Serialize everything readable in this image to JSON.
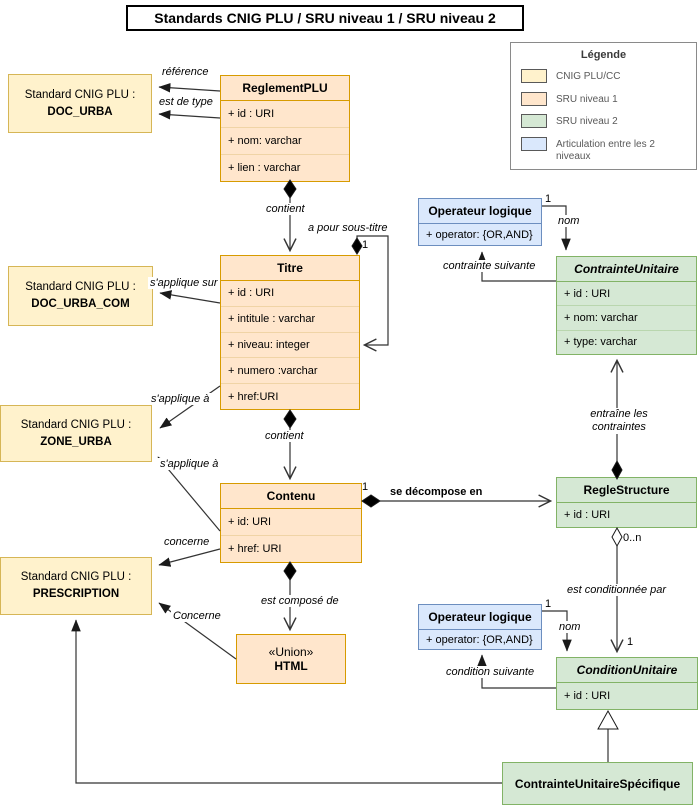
{
  "title": "Standards CNIG PLU / SRU niveau 1 / SRU niveau 2",
  "legend": {
    "title": "Légende",
    "items": [
      {
        "label": "CNIG PLU/CC",
        "fill": "#FFF2CC",
        "border": "#D6B656"
      },
      {
        "label": "SRU niveau 1",
        "fill": "#FFE6CC",
        "border": "#D79B00"
      },
      {
        "label": "SRU niveau 2",
        "fill": "#D5E8D4",
        "border": "#82B366"
      },
      {
        "label": "Articulation entre les 2 niveaux",
        "fill": "#DAE8FC",
        "border": "#6C8EBF"
      }
    ]
  },
  "notes": {
    "doc_urba": {
      "prefix": "Standard CNIG PLU :",
      "code": "DOC_URBA"
    },
    "doc_urba_com": {
      "prefix": "Standard CNIG PLU :",
      "code": "DOC_URBA_COM"
    },
    "zone_urba": {
      "prefix": "Standard CNIG PLU :",
      "code": "ZONE_URBA"
    },
    "prescription": {
      "prefix": "Standard CNIG PLU :",
      "code": "PRESCRIPTION"
    }
  },
  "classes": {
    "reglement": {
      "name": "ReglementPLU",
      "attrs": [
        "+ id : URI",
        "+ nom: varchar",
        "+ lien : varchar"
      ]
    },
    "titre": {
      "name": "Titre",
      "attrs": [
        "+ id : URI",
        "+ intitule : varchar",
        "+ niveau: integer",
        "+ numero :varchar",
        "+ href:URI"
      ]
    },
    "contenu": {
      "name": "Contenu",
      "attrs": [
        "+ id: URI",
        "+ href: URI"
      ]
    },
    "html_union": {
      "stereotype": "«Union»",
      "name": "HTML"
    },
    "operateur1": {
      "name": "Operateur logique",
      "attrs": [
        "+ operator: {OR,AND}"
      ]
    },
    "operateur2": {
      "name": "Operateur logique",
      "attrs": [
        "+ operator: {OR,AND}"
      ]
    },
    "contrainte": {
      "name": "ContrainteUnitaire",
      "attrs": [
        "+ id : URI",
        "+ nom: varchar",
        "+ type: varchar"
      ]
    },
    "regle": {
      "name": "RegleStructure",
      "attrs": [
        "+ id : URI"
      ]
    },
    "condition": {
      "name": "ConditionUnitaire",
      "attrs": [
        "+ id : URI"
      ]
    },
    "specifique": {
      "name": "ContrainteUnitaireSpécifique"
    }
  },
  "relations": {
    "reference": "référence",
    "est_de_type": "est de type",
    "contient_titre": "contient",
    "contient_contenu": "contient",
    "s_applique_sur": "s'applique sur",
    "a_pour_sous_titre": "a pour sous-titre",
    "s_applique_a_titre": "s'applique à",
    "s_applique_a_contenu": "s'applique à",
    "concerne_contenu": "concerne",
    "concerne_html": "Concerne",
    "se_decompose_en": "se décompose en",
    "est_compose_de": "est composé de",
    "nom_contrainte": "nom",
    "nom_condition": "nom",
    "contrainte_suivante": "contrainte suivante",
    "condition_suivante": "condition suivante",
    "entraine_les_contraintes": "entraîne les contraintes",
    "est_conditionnee_par": "est conditionnée par"
  },
  "mult": {
    "one": "1",
    "zero_n": "0..n"
  },
  "colors": {
    "line": "#333333",
    "cnig_fill": "#FFF2CC",
    "cnig_border": "#D6B656",
    "sru1_fill": "#FFE6CC",
    "sru1_border": "#D79B00",
    "sru2_fill": "#D5E8D4",
    "sru2_border": "#82B366",
    "articulation_fill": "#DAE8FC",
    "articulation_border": "#6C8EBF"
  }
}
